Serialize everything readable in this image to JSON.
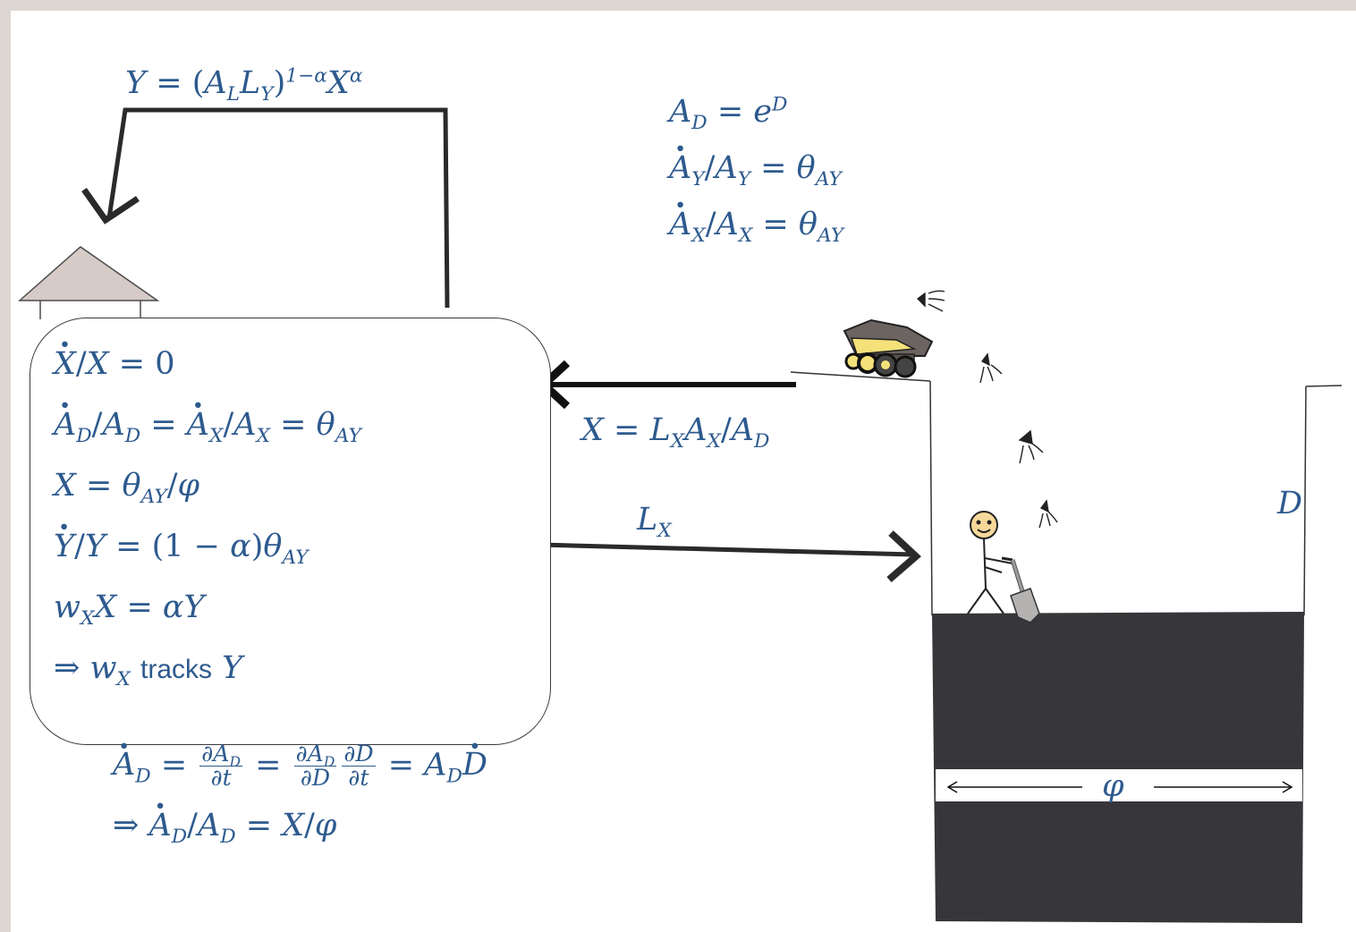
{
  "colors": {
    "math_text": "#2d5a8e",
    "frame_background": "#dcd7d3",
    "canvas": "#ffffff",
    "ground": "#36363b",
    "arrow": "#2a2a2a",
    "house_roof": "#d6cbc6",
    "truck_bin": "#f5e17a",
    "face": "#f6d99a"
  },
  "icons": [
    "house-icon",
    "dump-truck-icon",
    "stick-figure-digger-icon",
    "shovel-icon",
    "flying-dirt-icon"
  ],
  "formulas": {
    "production": "Y = (A_L L_Y)^{1−α} X^α",
    "top_right": {
      "line1": "A_D = e^D",
      "line2": "Ȧ_Y / A_Y = θ_AY",
      "line3": "Ȧ_X / A_X = θ_AY"
    },
    "box": {
      "line1": "Ẋ/X = 0",
      "line2": "Ȧ_D/A_D = Ȧ_X/A_X = θ_AY",
      "line3": "X = θ_AY/φ",
      "line4": "Ẏ/Y = (1 − α)θ_AY",
      "line5": "w_X X = αY",
      "line6_text": "tracks"
    },
    "below_box": {
      "line1": "Ȧ_D = ∂A_D/∂t = ∂A_D/∂D · ∂D/∂t = A_D Ḋ",
      "line2": "⇒ Ȧ_D/A_D = X/φ"
    },
    "x_flow": "X = L_X A_X / A_D",
    "labor_flow": "L_X",
    "depth": "D",
    "width": "φ"
  }
}
